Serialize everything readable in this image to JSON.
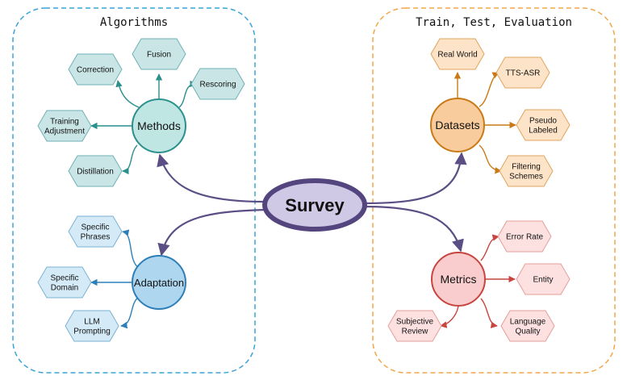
{
  "colors": {
    "hub_fill": "#cfc9e6",
    "hub_stroke": "#55457f",
    "hub_edge": "#5a4e85",
    "left_panel_border": "#3aa3d6",
    "right_panel_border": "#f2a64a",
    "methods_fill": "#bfe6e3",
    "methods_stroke": "#2b8f8b",
    "methods_hex_fill": "#c9e5e6",
    "methods_hex_stroke": "#6fb2b4",
    "adaptation_fill": "#aed6ef",
    "adaptation_stroke": "#2d7fb8",
    "adaptation_hex_fill": "#d4ebf7",
    "adaptation_hex_stroke": "#7ab2d3",
    "datasets_fill": "#f8cc9c",
    "datasets_stroke": "#c97a16",
    "datasets_hex_fill": "#fde3c7",
    "datasets_hex_stroke": "#e0a45c",
    "metrics_fill": "#f9cdcd",
    "metrics_stroke": "#c8453f",
    "metrics_hex_fill": "#fde1e1",
    "metrics_hex_stroke": "#e49e9a"
  },
  "panels": {
    "left_title": "Algorithms",
    "right_title": "Train, Test, Evaluation"
  },
  "hub": {
    "label": "Survey"
  },
  "categories": {
    "methods": {
      "label": "Methods",
      "items": [
        "Fusion",
        "Correction",
        "Rescoring",
        "Training Adjustment",
        "Distillation"
      ]
    },
    "adaptation": {
      "label": "Adaptation",
      "items": [
        "Specific Phrases",
        "Specific Domain",
        "LLM Prompting"
      ]
    },
    "datasets": {
      "label": "Datasets",
      "items": [
        "Real World",
        "TTS-ASR",
        "Pseudo Labeled",
        "Filtering Schemes"
      ]
    },
    "metrics": {
      "label": "Metrics",
      "items": [
        "Error Rate",
        "Entity",
        "Subjective Review",
        "Language Quality"
      ]
    }
  }
}
